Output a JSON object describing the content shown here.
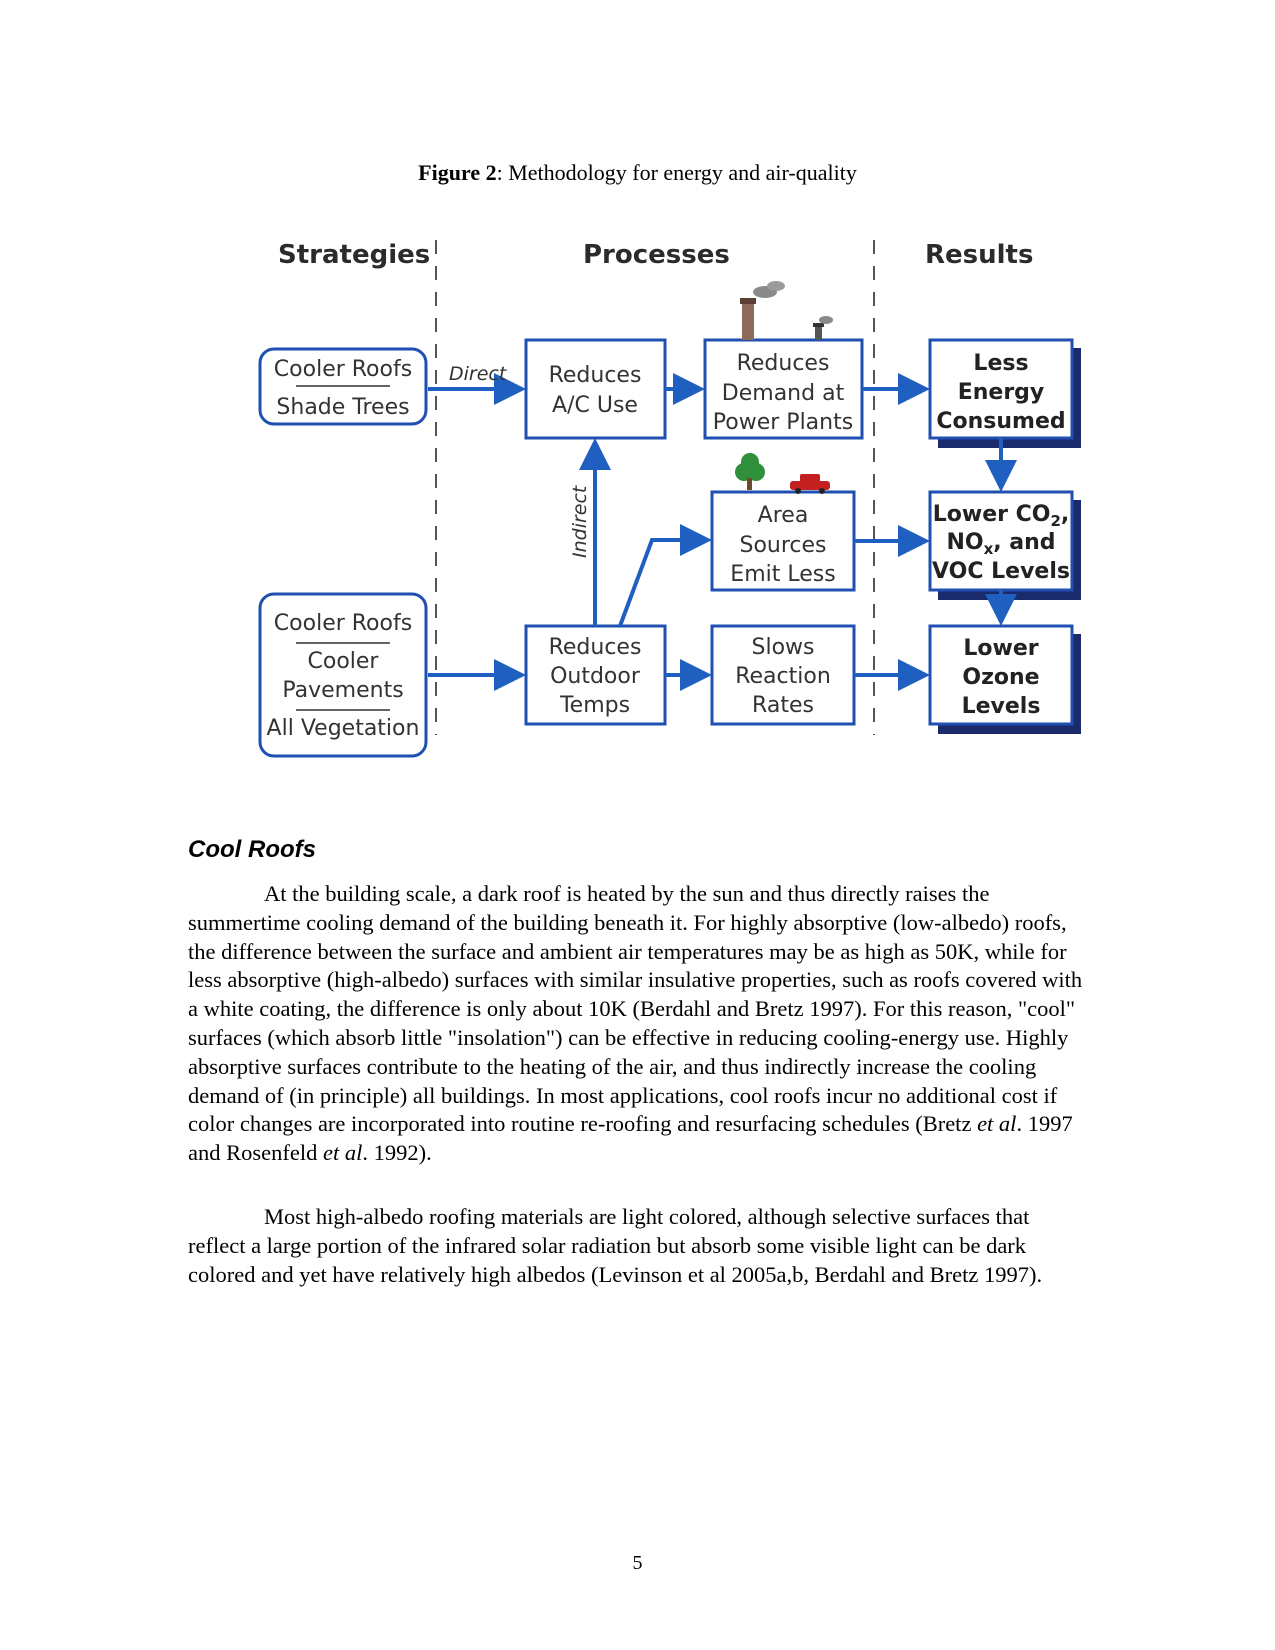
{
  "caption": {
    "label": "Figure 2",
    "text": ": Methodology for energy and air-quality"
  },
  "diagram": {
    "headers": [
      "Strategies",
      "Processes",
      "Results"
    ],
    "strategy_top": {
      "line1": "Cooler Roofs",
      "line2": "Shade Trees"
    },
    "strategy_bottom": {
      "line1": "Cooler Roofs",
      "line2": "Cooler",
      "line3": "Pavements",
      "line4": "All Vegetation"
    },
    "edge_direct": "Direct",
    "edge_indirect": "Indirect",
    "process_ac": [
      "Reduces",
      "A/C Use"
    ],
    "process_power": [
      "Reduces",
      "Demand at",
      "Power Plants"
    ],
    "process_area": [
      "Area",
      "Sources",
      "Emit Less"
    ],
    "process_outdoor": [
      "Reduces",
      "Outdoor",
      "Temps"
    ],
    "process_slows": [
      "Slows",
      "Reaction",
      "Rates"
    ],
    "result_energy": [
      "Less",
      "Energy",
      "Consumed"
    ],
    "result_co2": {
      "l1a": "Lower CO",
      "l1sub": "2",
      "l1b": ",",
      "l2a": "NO",
      "l2sub": "x",
      "l2b": ", and",
      "l3": "VOC Levels"
    },
    "result_ozone": [
      "Lower",
      "Ozone",
      "Levels"
    ]
  },
  "section_title": "Cool Roofs",
  "paragraph1": {
    "text1": "At the building scale, a dark roof is heated by the sun and thus directly raises the summertime cooling demand of the building beneath it. For highly absorptive (low-albedo) roofs, the difference between the surface and ambient air temperatures may be as high as 50K, while for less absorptive (high-albedo) surfaces with similar insulative properties, such as roofs covered with a white coating, the difference is only about 10K (Berdahl and Bretz 1997). For this reason, \"cool\" surfaces (which absorb little \"insolation\") can be effective in reducing cooling-energy use. Highly absorptive surfaces contribute to the heating of the air, and thus indirectly increase the cooling demand of (in principle) all buildings. In most applications, cool roofs incur no additional cost if color changes are incorporated into routine re-roofing and resurfacing schedules (Bretz ",
    "etal1": "et al",
    "text2": ". 1997 and Rosenfeld ",
    "etal2": "et al",
    "text3": ". 1992)."
  },
  "paragraph2": "Most high-albedo roofing materials are light colored, although selective surfaces that reflect a large portion of the infrared solar radiation but absorb some visible light can be dark colored and yet have relatively high albedos (Levinson et al 2005a,b, Berdahl and Bretz 1997).",
  "page_number": "5"
}
